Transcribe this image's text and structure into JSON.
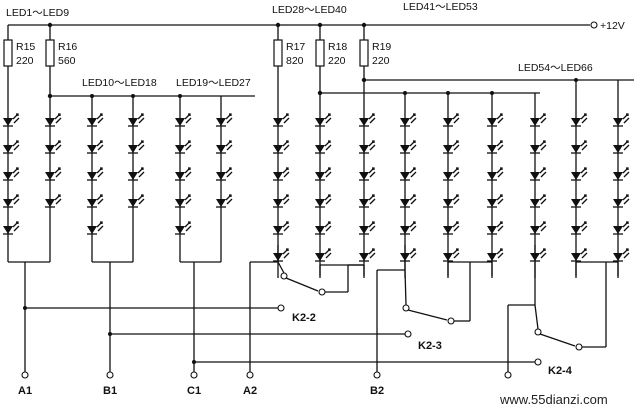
{
  "labels": {
    "led1_9": "LED1～LED9",
    "led10_18": "LED10～LED18",
    "led19_27": "LED19～LED27",
    "led28_40": "LED28～LED40",
    "led41_53": "LED41～LED53",
    "led54_66": "LED54～LED66",
    "supply": "+12V",
    "r15": "R15",
    "r15_val": "220",
    "r16": "R16",
    "r16_val": "560",
    "r17": "R17",
    "r17_val": "820",
    "r18": "R18",
    "r18_val": "220",
    "r19": "R19",
    "r19_val": "220",
    "k2_2": "K2-2",
    "k2_3": "K2-3",
    "k2_4": "K2-4",
    "a1": "A1",
    "b1": "B1",
    "c1": "C1",
    "a2": "A2",
    "b2": "B2",
    "watermark": "www.55dianzi.com"
  }
}
